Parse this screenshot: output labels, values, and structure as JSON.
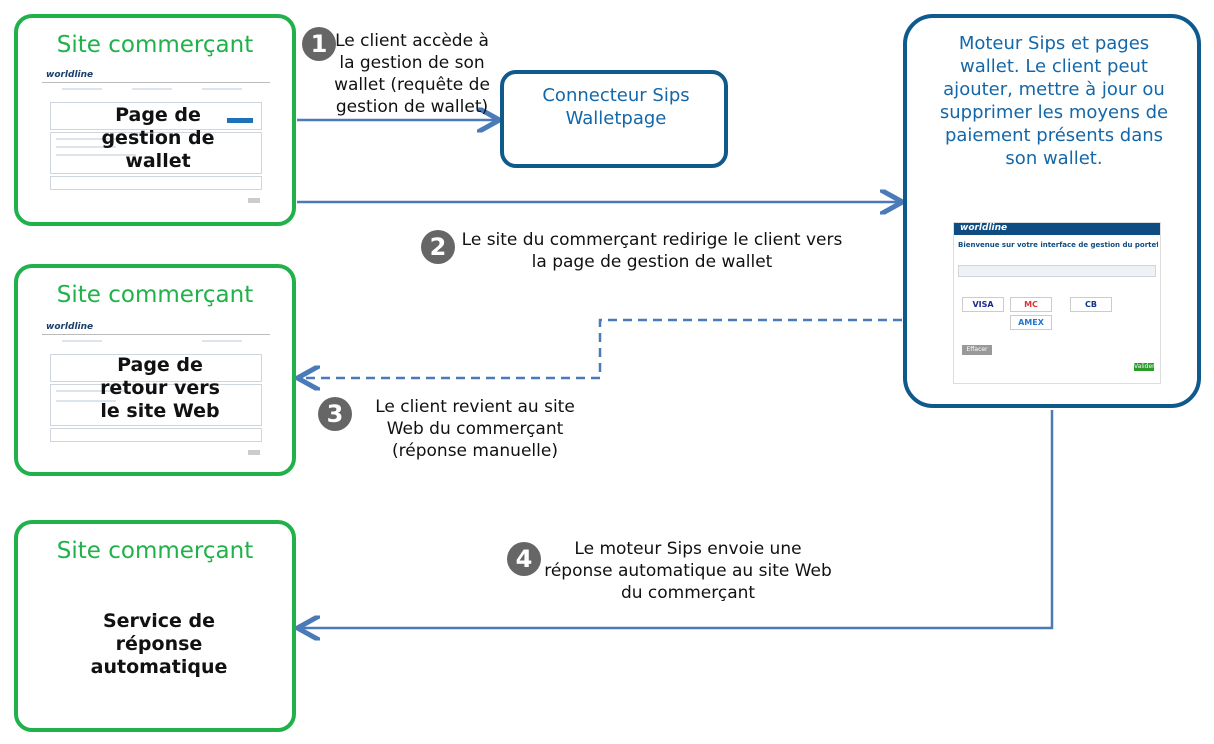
{
  "merchant_title": "Site commerçant",
  "box1_label": "Page de gestion de wallet",
  "box2_label": "Page de retour vers le site Web",
  "box3_label": "Service de réponse automatique",
  "connector_label": "Connecteur Sips Walletpage",
  "engine_text": "Moteur Sips et pages wallet. Le client peut ajouter, mettre à jour ou supprimer les moyens de paiement présents dans son wallet.",
  "steps": [
    {
      "num": "1",
      "text": "Le client accède à la gestion de son wallet (requête de gestion de wallet)"
    },
    {
      "num": "2",
      "text": "Le site du commerçant  redirige le client vers la page de gestion de wallet"
    },
    {
      "num": "3",
      "text": "Le client revient au site Web du commerçant (réponse manuelle)"
    },
    {
      "num": "4",
      "text": "Le moteur Sips envoie une réponse automatique au site Web du commerçant"
    }
  ],
  "wallet_screen": {
    "logo": "worldline",
    "heading": "Bienvenue sur votre interface de gestion du portefeuille",
    "cards": [
      "VISA",
      "MC",
      "CB",
      "AMEX"
    ],
    "delete_button": "Effacer",
    "ok_button": "Valider"
  },
  "colors": {
    "merchant": "#21b14b",
    "blue_border": "#0f5a8c",
    "blue_text": "#1467a8",
    "arrow": "#4a7ab8",
    "step_circle": "#666666"
  }
}
